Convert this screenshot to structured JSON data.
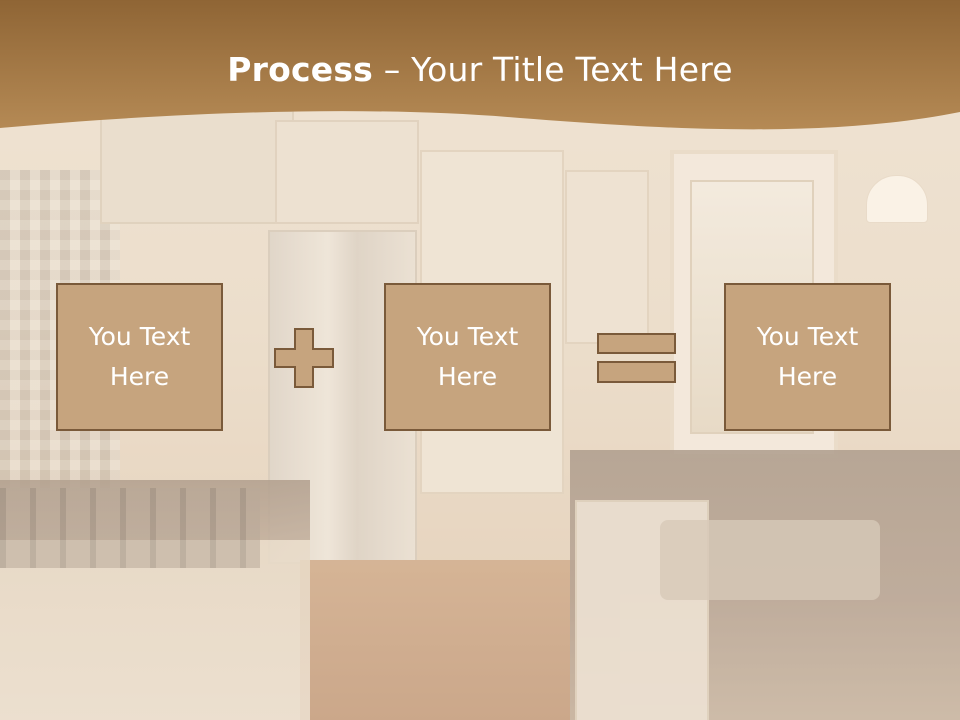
{
  "slide": {
    "title_bold": "Process",
    "title_rest": " – Your Title Text Here",
    "boxes": [
      {
        "text": "You Text\nHere"
      },
      {
        "text": "You Text\nHere"
      },
      {
        "text": "You Text\nHere"
      }
    ],
    "operators": [
      "plus-icon",
      "equals-icon"
    ]
  },
  "colors": {
    "header_band": "#a77a45",
    "box_fill": "#c6a47e",
    "box_border": "#7a5a3a",
    "text": "#ffffff"
  }
}
